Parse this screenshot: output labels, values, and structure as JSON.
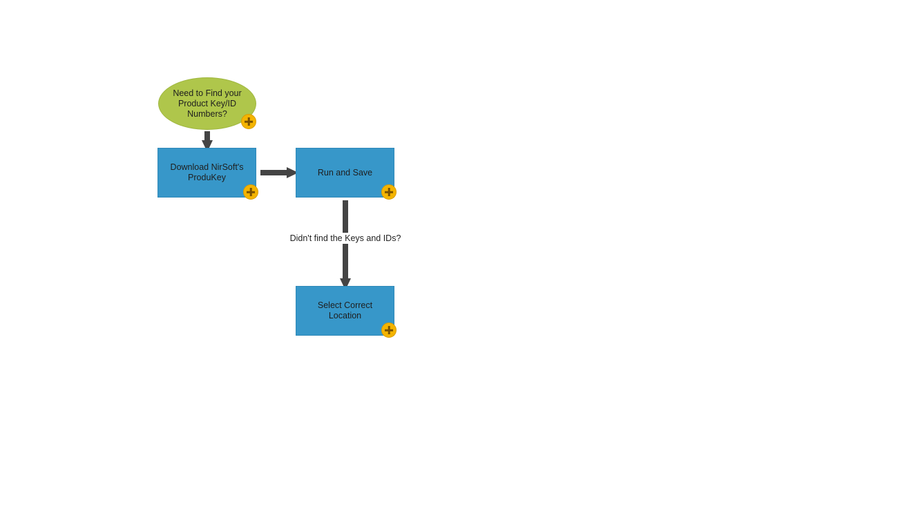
{
  "diagram": {
    "nodes": {
      "start": {
        "label": "Need to Find your Product Key/ID Numbers?"
      },
      "download": {
        "label": "Download NirSoft's ProduKey"
      },
      "run": {
        "label": "Run and Save"
      },
      "select": {
        "label": "Select Correct Location"
      }
    },
    "edges": {
      "run_to_select": {
        "label": "Didn't find the Keys and IDs?"
      }
    },
    "icons": {
      "add": "plus-icon"
    },
    "colors": {
      "start_fill": "#afc64b",
      "process_fill": "#3797c9",
      "add_button": "#f4b400",
      "connector": "#444444"
    }
  }
}
